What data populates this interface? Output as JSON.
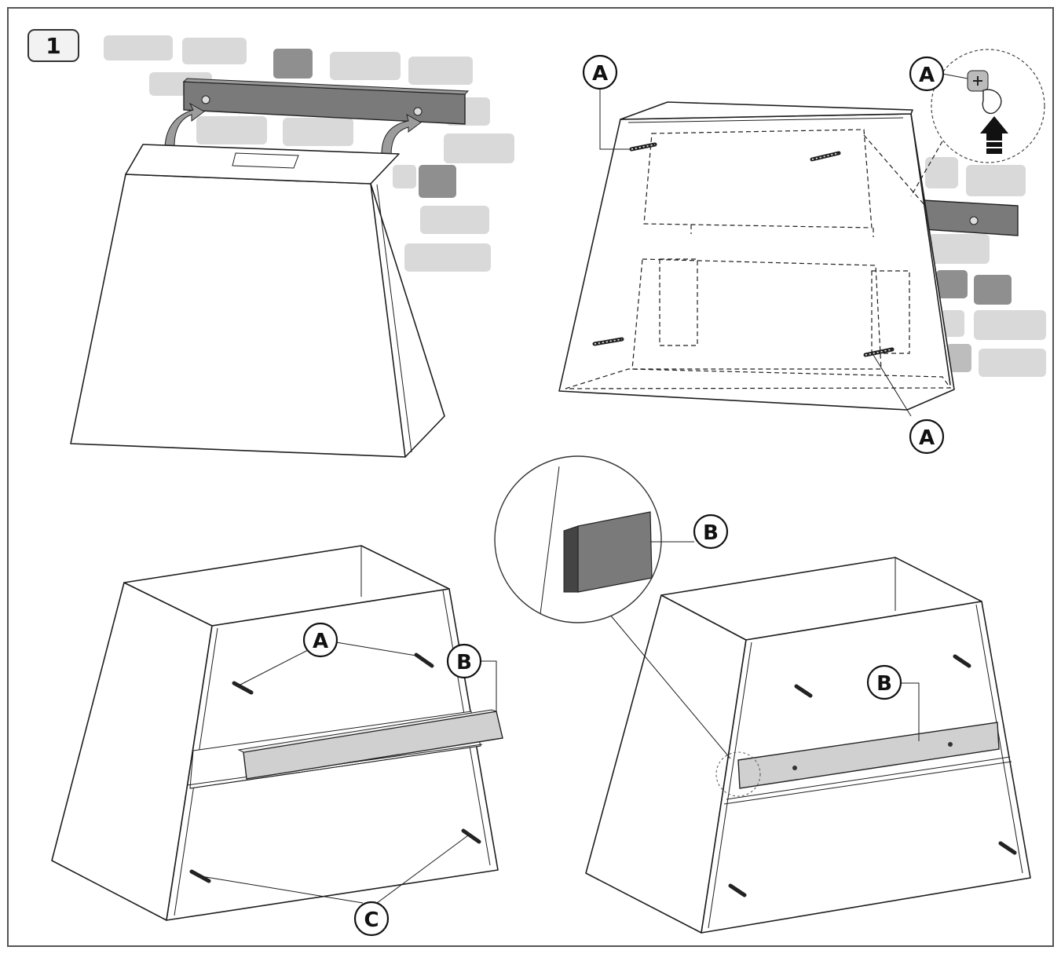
{
  "step": {
    "number": "1"
  },
  "labels": {
    "A": "A",
    "B": "B",
    "C": "C"
  },
  "colors": {
    "outline": "#1e1e1e",
    "brick_light": "#d9d9d9",
    "brick_dark": "#8f8f8f",
    "bracket_dark": "#7a7a7a",
    "bracket_light": "#d0d0d0",
    "frame": "#555555"
  }
}
